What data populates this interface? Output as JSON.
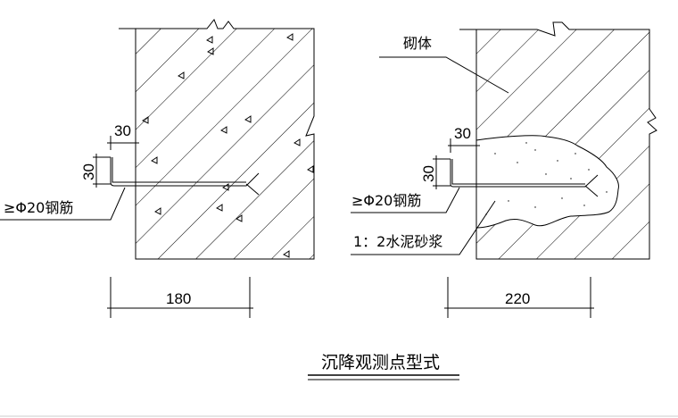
{
  "left_detail": {
    "rebar_label": "≥Φ20钢筋",
    "dim_horizontal": "30",
    "dim_vertical": "30",
    "dim_width": "180"
  },
  "right_detail": {
    "masonry_label": "砌体",
    "rebar_label": "≥Φ20钢筋",
    "mortar_label": "1：2水泥砂浆",
    "dim_horizontal": "30",
    "dim_vertical": "30",
    "dim_width": "220"
  },
  "title": "沉降观测点型式"
}
